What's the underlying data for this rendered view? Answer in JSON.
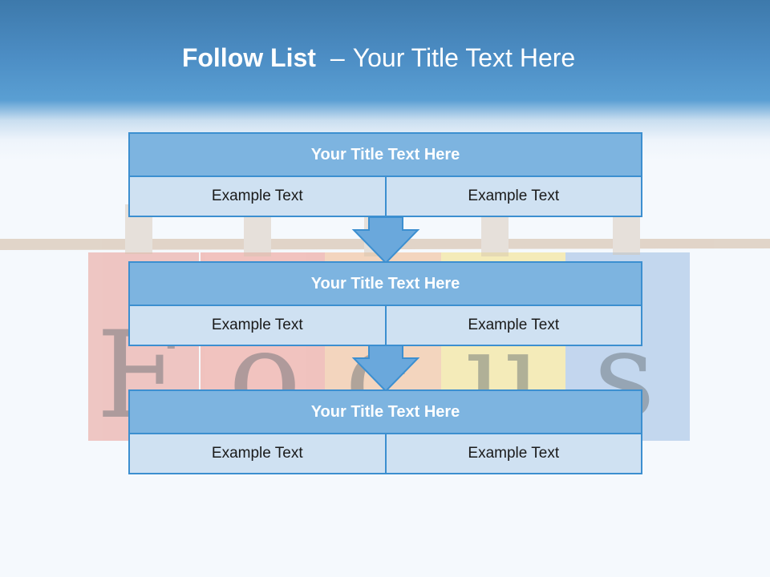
{
  "slide": {
    "title_bold": "Follow List",
    "title_dash": "–",
    "title_rest": "Your Title Text Here"
  },
  "background": {
    "letters": [
      "F",
      "o",
      "c",
      "u",
      "s"
    ],
    "card_colors": [
      "#e05a4a",
      "#e8513d",
      "#ef8a3b",
      "#f2d02c",
      "#5b8fd0"
    ]
  },
  "blocks": [
    {
      "title": "Your Title Text Here",
      "cells": [
        "Example Text",
        "Example Text"
      ]
    },
    {
      "title": "Your Title Text Here",
      "cells": [
        "Example Text",
        "Example Text"
      ]
    },
    {
      "title": "Your Title Text Here",
      "cells": [
        "Example Text",
        "Example Text"
      ]
    }
  ],
  "colors": {
    "title_fill": "#7db4e0",
    "cell_fill": "#cfe1f2",
    "border": "#3c8fd0",
    "arrow_fill": "#6aa8dc"
  }
}
